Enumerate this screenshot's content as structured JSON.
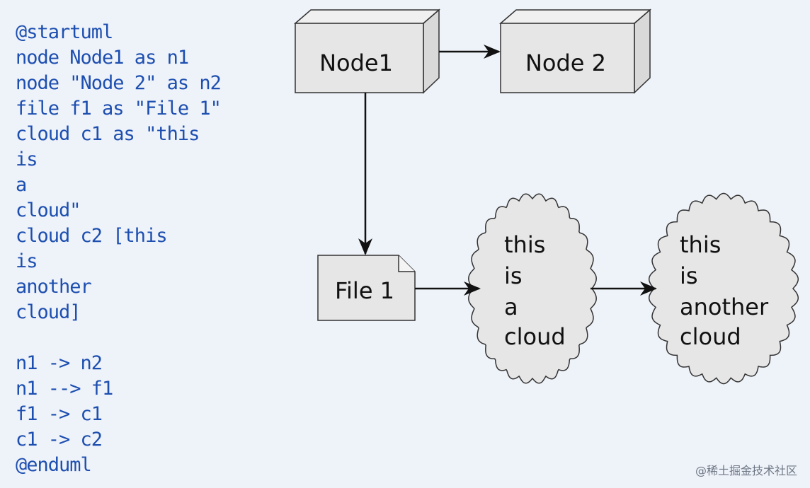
{
  "code": {
    "lines": [
      "@startuml",
      "node Node1 as n1",
      "node \"Node 2\" as n2",
      "file f1 as \"File 1\"",
      "cloud c1 as \"this",
      "is",
      "a",
      "cloud\"",
      "cloud c2 [this",
      "is",
      "another",
      "cloud]",
      "",
      "n1 -> n2",
      "n1 --> f1",
      "f1 -> c1",
      "c1 -> c2",
      "@enduml"
    ]
  },
  "diagram": {
    "nodes": {
      "n1": {
        "label": "Node1"
      },
      "n2": {
        "label": "Node 2"
      },
      "f1": {
        "label": "File 1"
      },
      "c1": {
        "lines": [
          "this",
          "is",
          "a",
          "cloud"
        ]
      },
      "c2": {
        "lines": [
          "this",
          "is",
          "another",
          "cloud"
        ]
      }
    },
    "edges": [
      {
        "from": "n1",
        "to": "n2"
      },
      {
        "from": "n1",
        "to": "f1"
      },
      {
        "from": "f1",
        "to": "c1"
      },
      {
        "from": "c1",
        "to": "c2"
      }
    ]
  },
  "colors": {
    "background": "#eef2f9",
    "code_text": "#1d4fb0",
    "shape_fill": "#e6e6e6",
    "shape_stroke": "#333333"
  },
  "watermark": "@稀土掘金技术社区"
}
